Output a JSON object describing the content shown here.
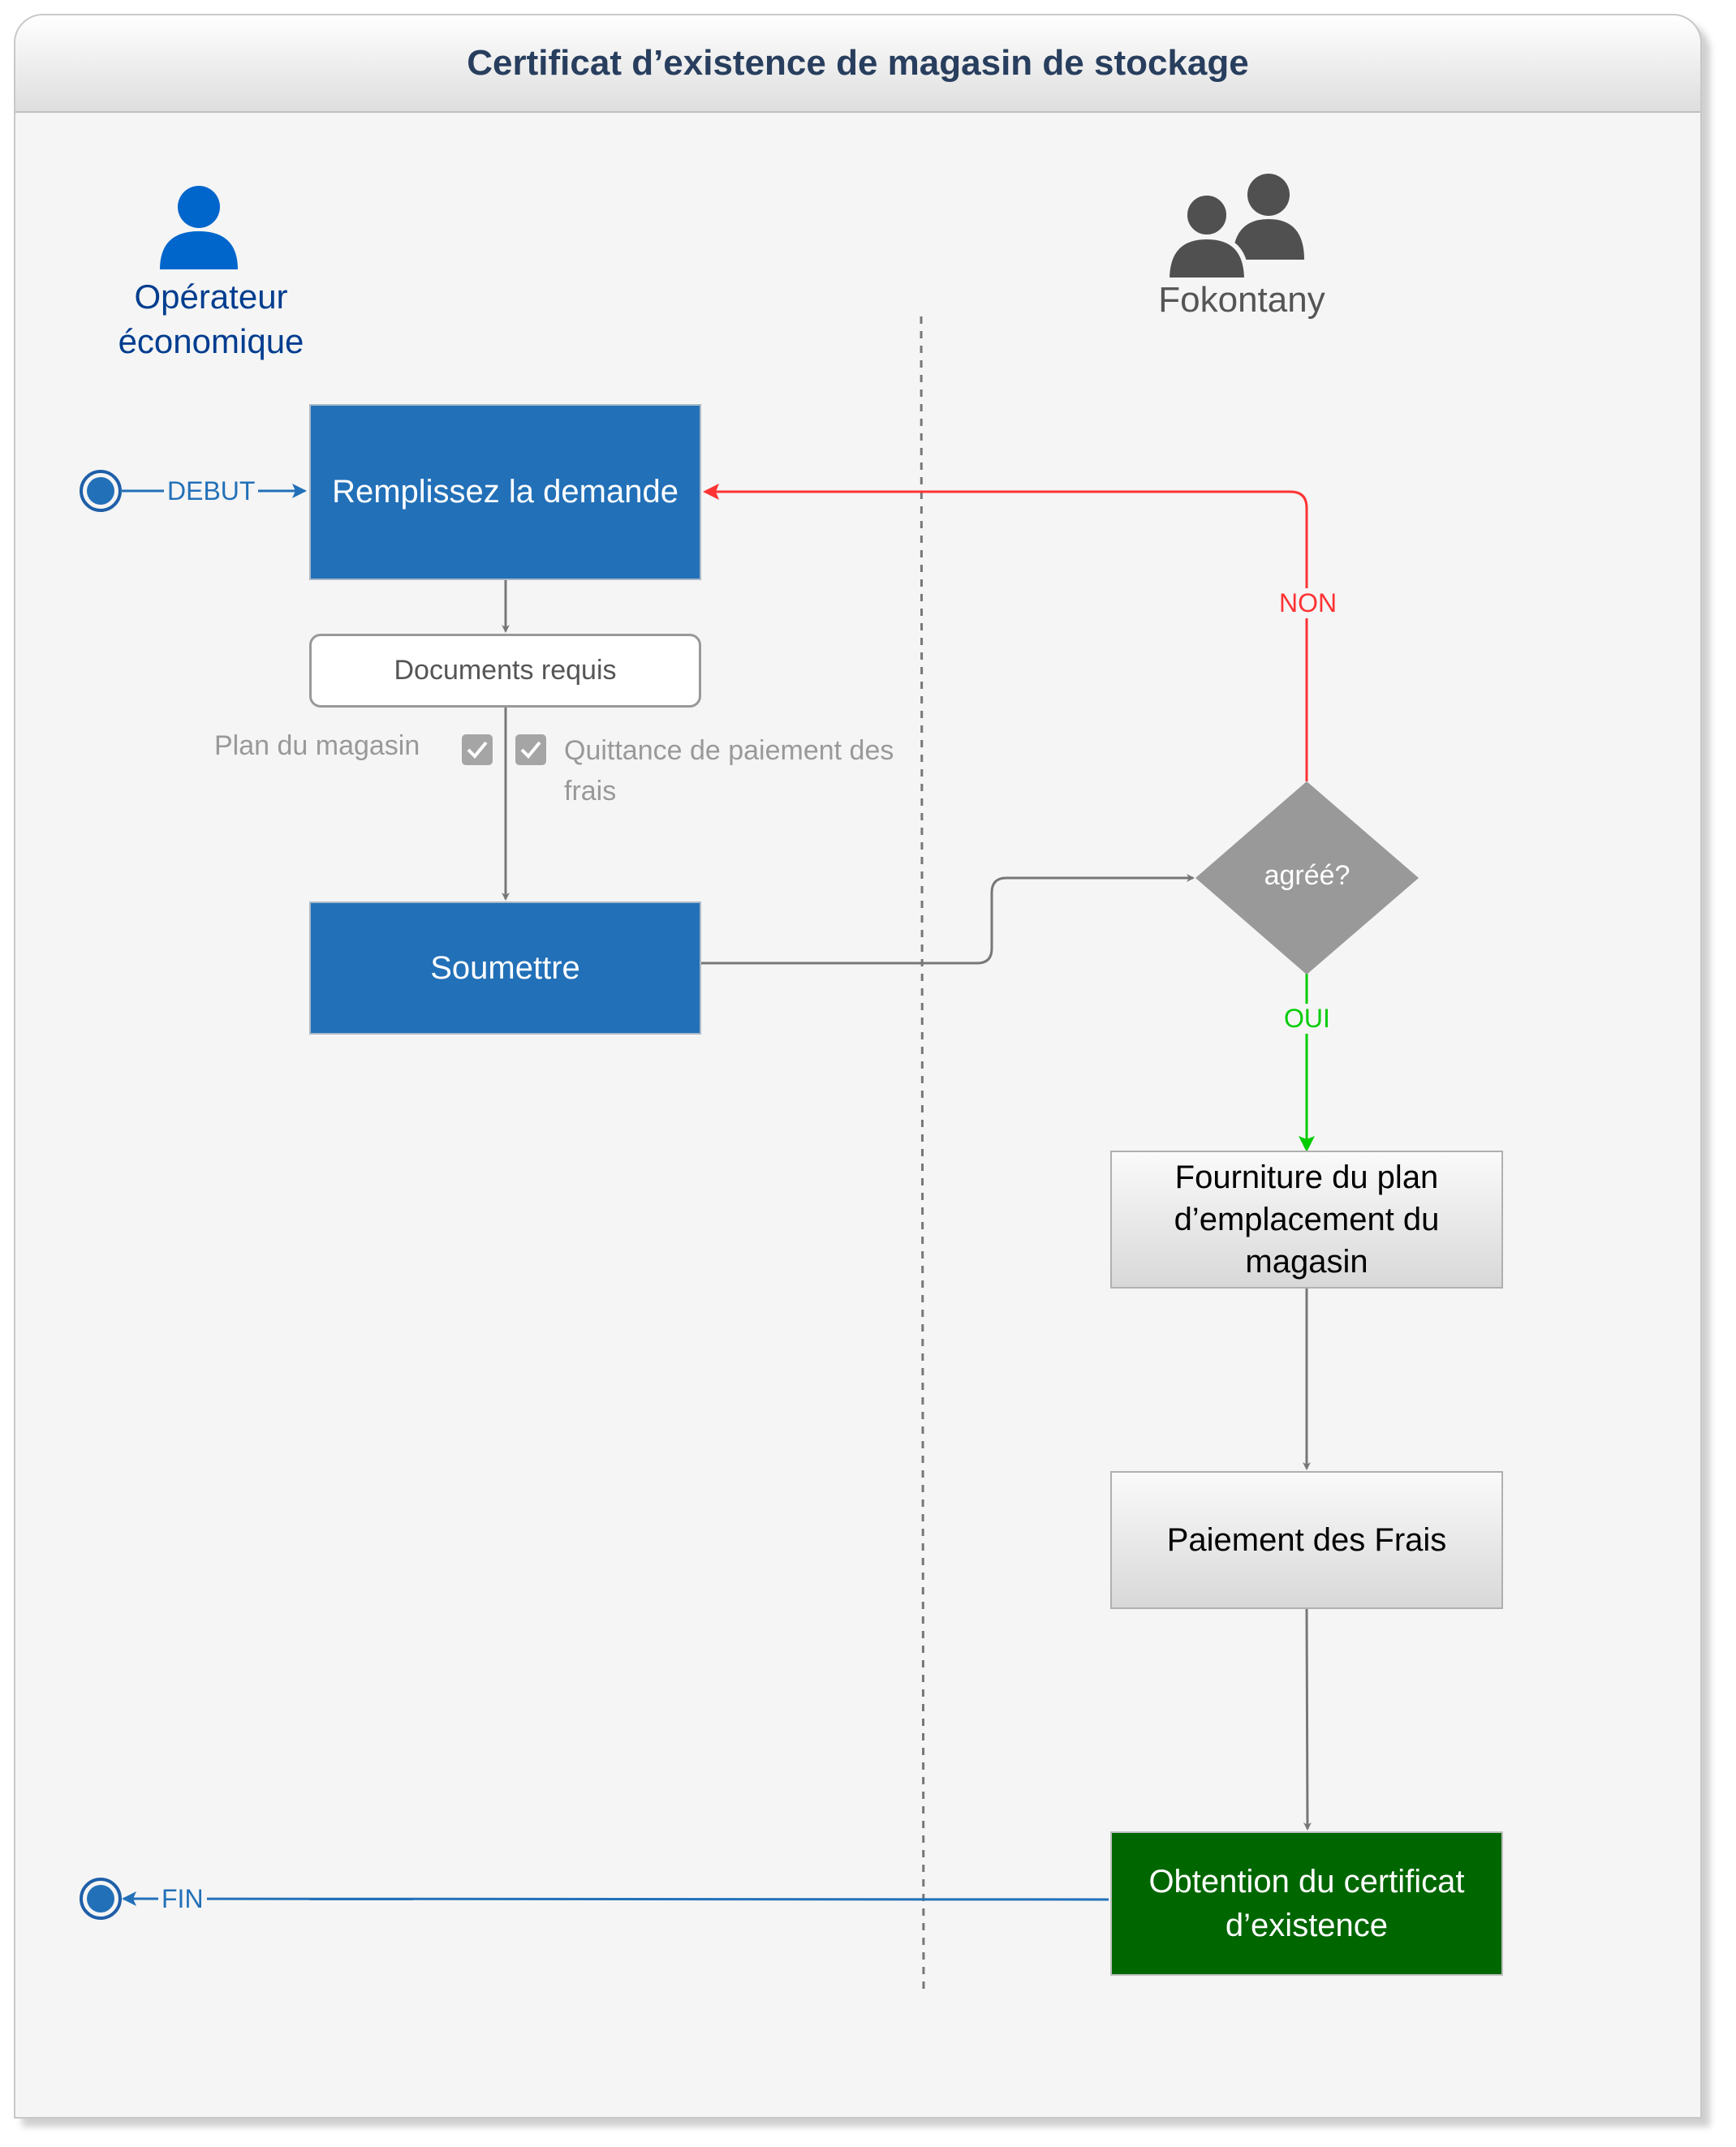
{
  "title": "Certificat d’existence de magasin de stockage",
  "lanes": {
    "operator": {
      "label_line1": "Opérateur",
      "label_line2": "économique",
      "icon": "user-icon"
    },
    "fokontany": {
      "label": "Fokontany",
      "icon": "users-icon"
    }
  },
  "nodes": {
    "start_label": "DEBUT",
    "end_label": "FIN",
    "fill_request": "Remplissez la demande",
    "required_docs": "Documents requis",
    "doc_plan": "Plan du magasin",
    "doc_receipt_line1": "Quittance de paiement des",
    "doc_receipt_line2": "frais",
    "submit": "Soumettre",
    "approved": "agréé?",
    "supply_plan_line1": "Fourniture du plan",
    "supply_plan_line2": "d’emplacement du",
    "supply_plan_line3": "magasin",
    "pay_fees": "Paiement des Frais",
    "obtain_line1": "Obtention du certificat",
    "obtain_line2": "d’existence"
  },
  "edges": {
    "no_label": "NON",
    "yes_label": "OUI"
  },
  "colors": {
    "blue": "#2270b8",
    "green": "#006600",
    "red": "#ff3333",
    "yes_green": "#00cc00",
    "title": "#283e5e",
    "operator_label": "#003d8f"
  }
}
